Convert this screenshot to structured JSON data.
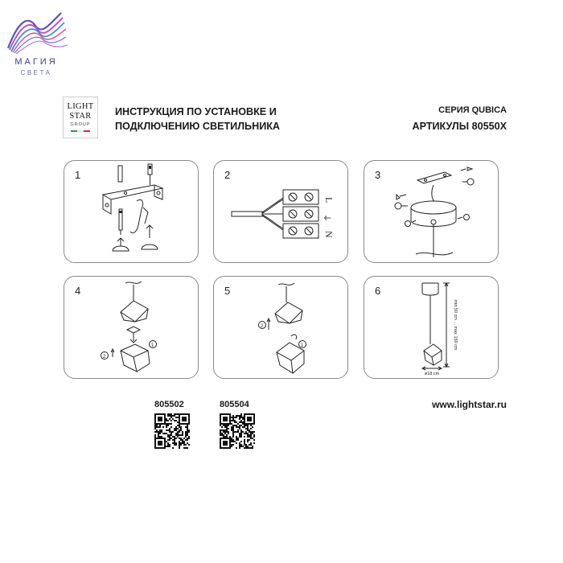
{
  "brand": {
    "name": "МАГИЯ",
    "subtitle": "СВЕТА",
    "colors": [
      "#5b4fc7",
      "#c44fb8",
      "#3f8fd6",
      "#e05a9a"
    ]
  },
  "manufacturer_logo": {
    "line1": "LIGHT",
    "line2": "STAR",
    "line3": "GROUP",
    "flag_colors": [
      "#2e9d4a",
      "#ffffff",
      "#d22f2f"
    ]
  },
  "header": {
    "title_line1": "ИНСТРУКЦИЯ ПО УСТАНОВКЕ И",
    "title_line2": "ПОДКЛЮЧЕНИЮ СВЕТИЛЬНИКА",
    "series": "СЕРИЯ QUBICA",
    "articles": "АРТИКУЛЫ 80550X"
  },
  "steps": [
    {
      "number": "1",
      "icon": "bracket-mounting-icon"
    },
    {
      "number": "2",
      "icon": "terminal-block-wiring-icon",
      "terminal_labels": [
        "L",
        "⏚",
        "N"
      ]
    },
    {
      "number": "3",
      "icon": "canopy-mounting-icon"
    },
    {
      "number": "4",
      "icon": "shade-attach-icon",
      "markers": [
        "①",
        "②"
      ]
    },
    {
      "number": "5",
      "icon": "shade-detach-icon",
      "markers": [
        "①",
        "②"
      ]
    },
    {
      "number": "6",
      "icon": "dimensions-icon",
      "height_label": "min 50 cm ... max 150 cm",
      "diameter_label": "ø18 cm"
    }
  ],
  "footer": {
    "code_a": "805502",
    "code_b": "805504",
    "website": "www.lightstar.ru"
  }
}
